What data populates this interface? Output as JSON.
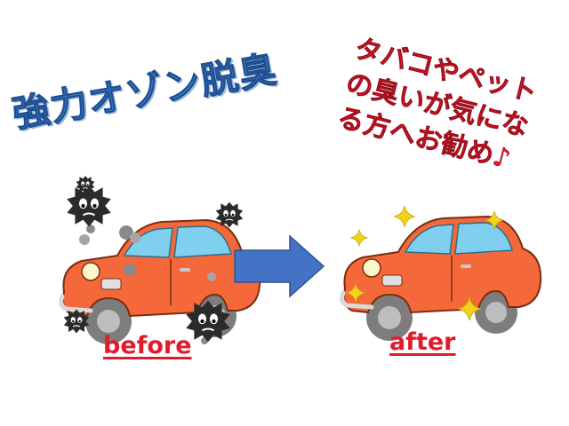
{
  "headline": "強力オゾン脱臭",
  "note_lines": [
    "タバコやペット",
    "の臭いが気にな",
    "る方へお勧め♪"
  ],
  "before_label": "before",
  "after_label": "after",
  "colors": {
    "headline": "#3a78c8",
    "note": "#e8152a",
    "labels": "#e21b2b",
    "car_body": "#f4683a",
    "arrow": "#4472c4",
    "sparkle": "#f2d21c",
    "smoke": "#2b2b2b"
  },
  "icons": [
    "car-icon",
    "arrow-right-icon",
    "sparkle-icon",
    "smell-cloud-icon"
  ]
}
